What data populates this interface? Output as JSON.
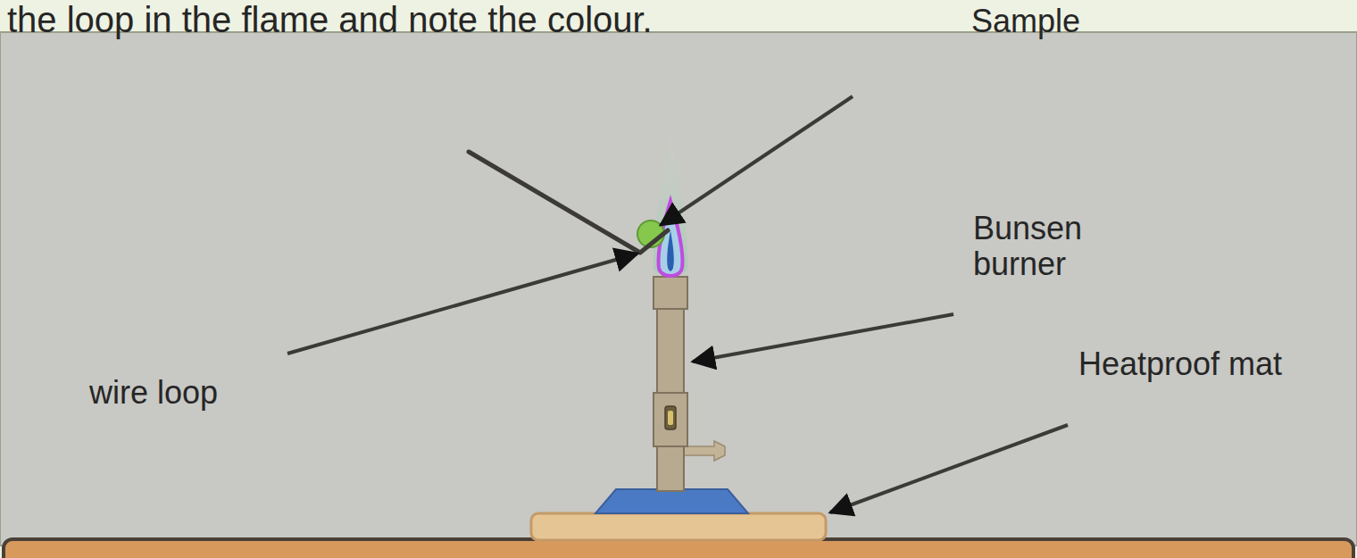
{
  "diagram": {
    "labels": [
      "the loop in the flame and note the colour.",
      "Sample",
      "Bunsen burner",
      "wire loop",
      "Heatproof mat"
    ]
  }
}
